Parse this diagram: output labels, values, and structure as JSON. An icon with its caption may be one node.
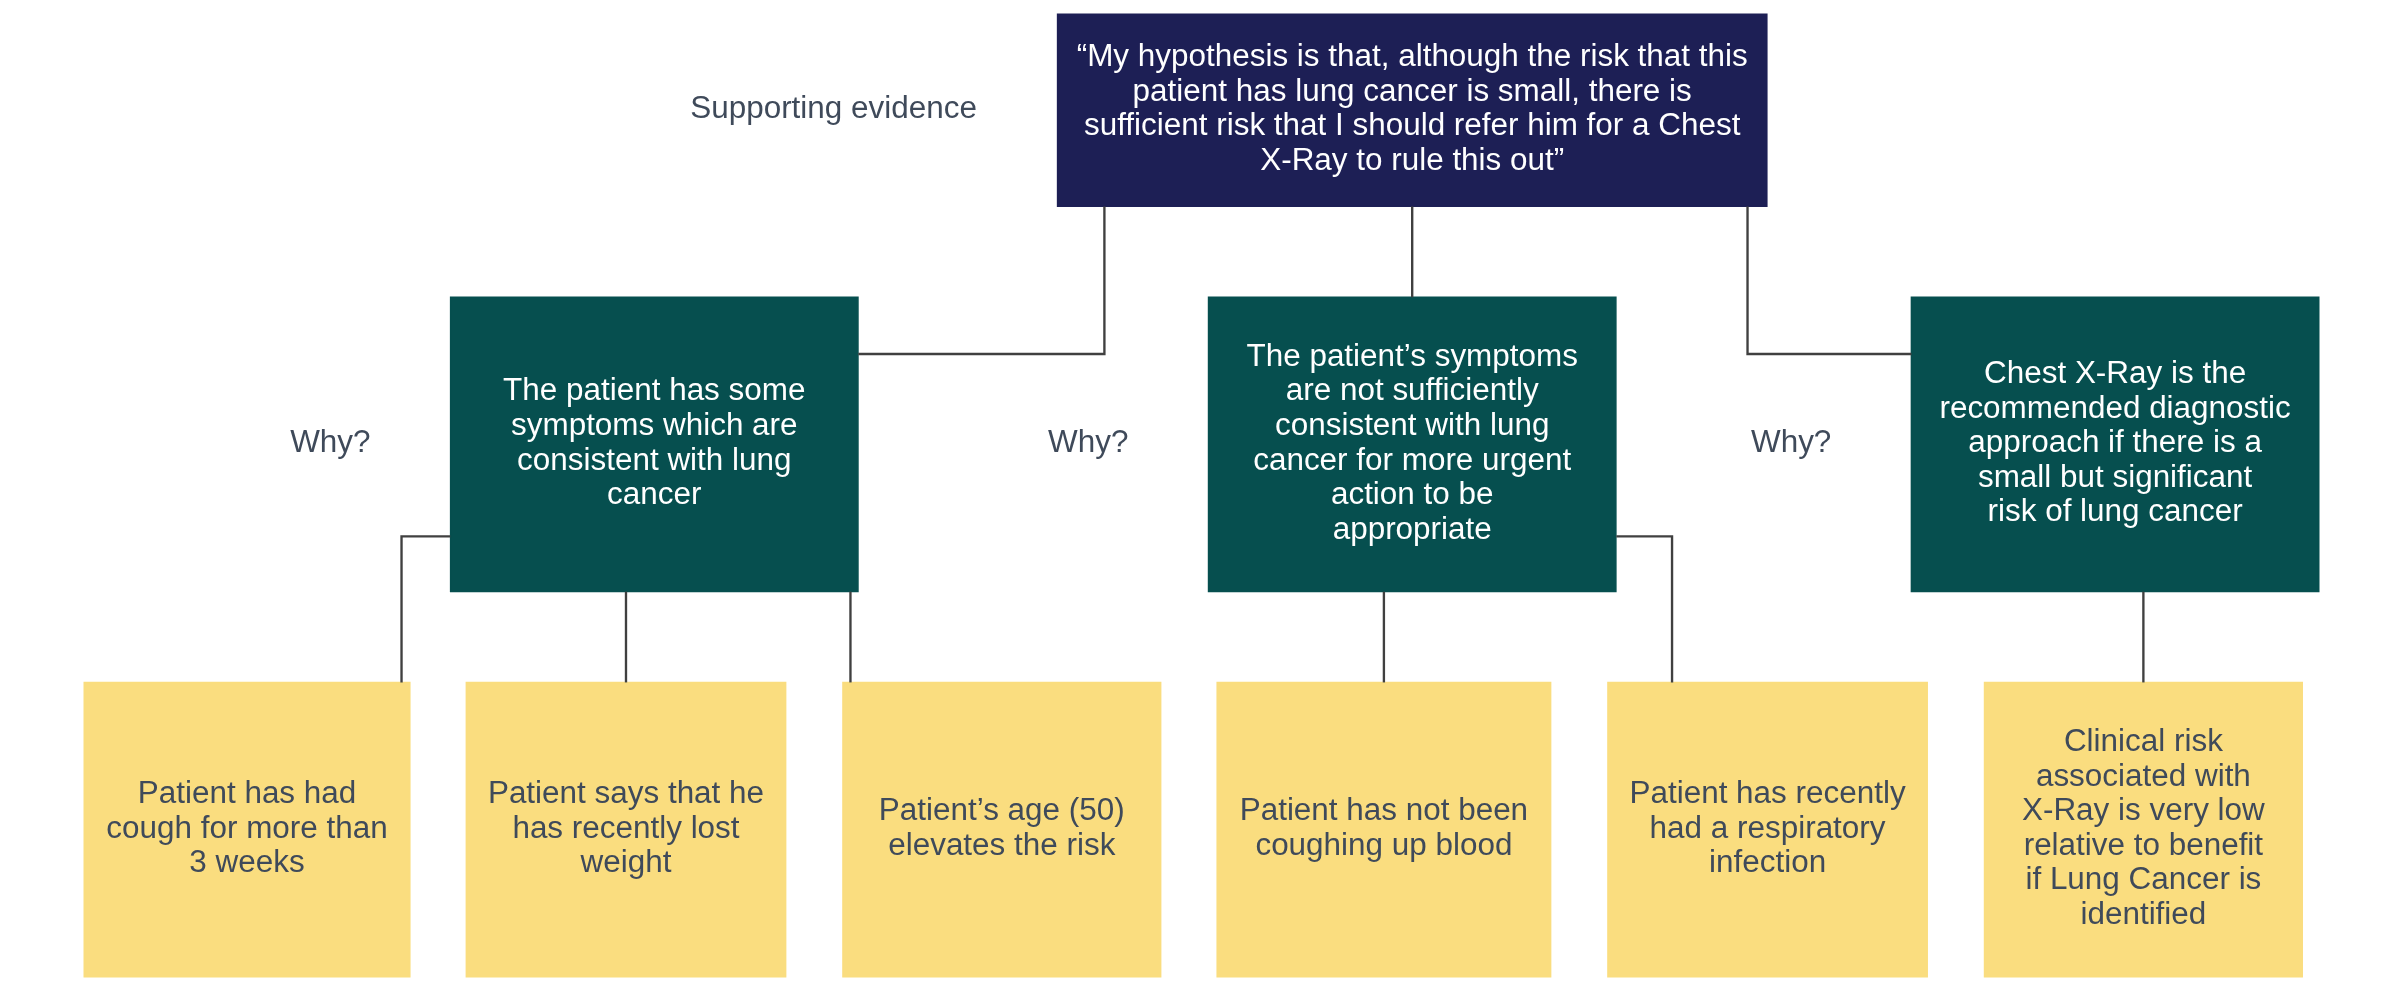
{
  "diagram": {
    "nodes": [
      {
        "text": [
          "“My hypothesis is that, although the risk that this patient has lung cancer is small, there is sufficient risk that I should refer him for a Chest X-Ray to rule this out”"
        ]
      },
      {
        "text": [
          "The patient has some symptoms which are consistent with lung cancer"
        ]
      },
      {
        "text": [
          "The patient’s symptoms are not sufficiently consistent with lung cancer for more urgent action to be appropriate"
        ]
      },
      {
        "text": [
          "Chest X-Ray is the recommended diagnostic approach if there is a small but significant risk of lung cancer"
        ]
      },
      {
        "text": [
          "Patient has had cough for more than 3 weeks"
        ]
      },
      {
        "text": [
          "Patient says that he has recently lost weight"
        ]
      },
      {
        "text": [
          "Patient’s age (50) elevates the risk"
        ]
      },
      {
        "text": [
          "Patient has not been coughing up blood"
        ]
      },
      {
        "text": [
          "Patient has recently had a respiratory infection"
        ]
      },
      {
        "text": [
          "Clinical risk associated with X-Ray is very low relative to benefit if Lung Cancer is identified"
        ]
      }
    ],
    "edges": [
      {
        "from": 0,
        "to": 1,
        "arrow": "none"
      },
      {
        "from": 0,
        "to": 2,
        "arrow": "none"
      },
      {
        "from": 0,
        "to": 3,
        "arrow": "none"
      },
      {
        "from": 1,
        "to": 4,
        "arrow": "none"
      },
      {
        "from": 1,
        "to": 5,
        "arrow": "none"
      },
      {
        "from": 1,
        "to": 6,
        "arrow": "none"
      },
      {
        "from": 2,
        "to": 7,
        "arrow": "none"
      },
      {
        "from": 2,
        "to": 8,
        "arrow": "none"
      },
      {
        "from": 3,
        "to": 9,
        "arrow": "none"
      }
    ],
    "labels": [
      "Supporting evidence",
      "Why?",
      "Why?",
      "Why?"
    ]
  }
}
